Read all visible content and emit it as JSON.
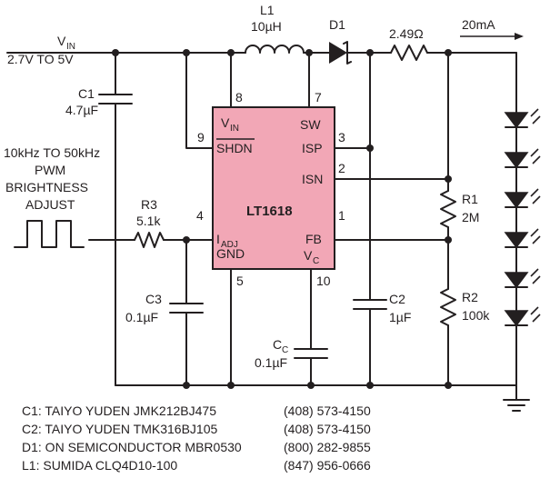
{
  "vin": {
    "name": "V",
    "sub": "IN",
    "range": "2.7V TO 5V"
  },
  "l1": {
    "ref": "L1",
    "value": "10µH"
  },
  "d1": {
    "ref": "D1"
  },
  "rs": {
    "value": "2.49Ω"
  },
  "current": {
    "value": "20mA"
  },
  "c1": {
    "ref": "C1",
    "value": "4.7µF"
  },
  "pwm": {
    "line1": "10kHz TO 50kHz",
    "line2": "PWM",
    "line3": "BRIGHTNESS",
    "line4": "ADJUST"
  },
  "r3": {
    "ref": "R3",
    "value": "5.1k"
  },
  "c3": {
    "ref": "C3",
    "value": "0.1µF"
  },
  "cc": {
    "ref": "C",
    "sub": "C",
    "value": "0.1µF"
  },
  "c2": {
    "ref": "C2",
    "value": "1µF"
  },
  "r1": {
    "ref": "R1",
    "value": "2M"
  },
  "r2": {
    "ref": "R2",
    "value": "100k"
  },
  "ic": {
    "part": "LT1618",
    "vin_pin": "V",
    "vin_sub": "IN",
    "shdn_pin": "SHDN",
    "sw_pin": "SW",
    "isp_pin": "ISP",
    "isn_pin": "ISN",
    "iadj_pin": "I",
    "iadj_sub": "ADJ",
    "gnd_pin": "GND",
    "fb_pin": "FB",
    "vc_pin": "V",
    "vc_sub": "C",
    "pins": {
      "p1": "1",
      "p2": "2",
      "p3": "3",
      "p4": "4",
      "p5": "5",
      "p7": "7",
      "p8": "8",
      "p9": "9",
      "p10": "10"
    }
  },
  "bom": [
    {
      "part": "C1: TAIYO YUDEN JMK212BJ475",
      "phone": "(408) 573-4150"
    },
    {
      "part": "C2: TAIYO YUDEN TMK316BJ105",
      "phone": "(408) 573-4150"
    },
    {
      "part": "D1: ON SEMICONDUCTOR MBR0530",
      "phone": "(800) 282-9855"
    },
    {
      "part": "L1: SUMIDA CLQ4D10-100",
      "phone": "(847) 956-0666"
    }
  ]
}
